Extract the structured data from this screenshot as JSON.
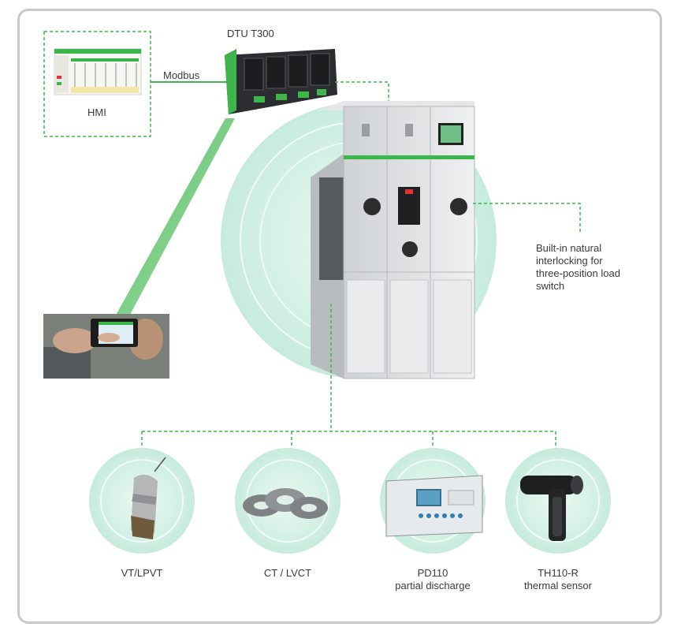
{
  "hmi": {
    "label": "HMI"
  },
  "dtu": {
    "label": "DTU T300"
  },
  "link": {
    "label": "Modbus"
  },
  "switchgear": {
    "annotation": [
      "Built-in natural",
      "interlocking for",
      "three-position load",
      "switch"
    ]
  },
  "sensors": [
    {
      "line1": "VT/LPVT",
      "line2": ""
    },
    {
      "line1": "CT / LVCT",
      "line2": ""
    },
    {
      "line1": "PD110",
      "line2": "partial discharge"
    },
    {
      "line1": "TH110-R",
      "line2": "thermal sensor"
    }
  ],
  "colors": {
    "accent_green": "#3db54a",
    "halo_green": "#cfeee2",
    "frame_gray": "#c9c9c9"
  }
}
